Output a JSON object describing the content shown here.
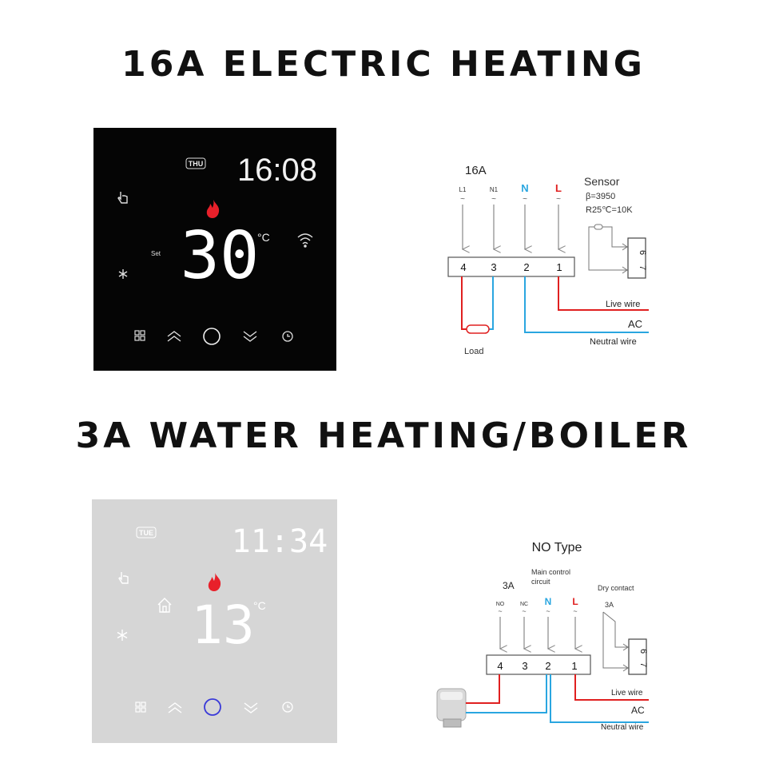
{
  "headings": {
    "electric": "16A ELECTRIC HEATING",
    "water": "3A WATER HEATING/BOILER"
  },
  "thermostat_black": {
    "day": "THU",
    "time": "16:08",
    "temperature": "30",
    "unit": "°C",
    "set_label": "Set"
  },
  "thermostat_white": {
    "day": "TUE",
    "time": "11:34",
    "temperature": "13",
    "unit": "°C"
  },
  "diagram_electric": {
    "rating": "16A",
    "inputs": [
      "L1",
      "N1",
      "N",
      "L"
    ],
    "tilde": "~",
    "sensor_title": "Sensor",
    "sensor_beta": "β=3950",
    "sensor_r": "R25℃=10K",
    "terminals": [
      "4",
      "3",
      "2",
      "1"
    ],
    "sensor_terminals": [
      "6",
      "7"
    ],
    "load_label": "Load",
    "live_wire": "Live wire",
    "ac": "AC",
    "neutral_wire": "Neutral wire"
  },
  "diagram_water": {
    "title": "NO Type",
    "rating": "3A",
    "main_circuit": [
      "Main control",
      "circuit"
    ],
    "dry_contact": "Dry contact",
    "dry_rating": "3A",
    "inputs": [
      "NO",
      "NC",
      "N",
      "L"
    ],
    "tilde": "~",
    "terminals": [
      "4",
      "3",
      "2",
      "1"
    ],
    "sensor_terminals": [
      "6",
      "7"
    ],
    "live_wire": "Live wire",
    "ac": "AC",
    "neutral_wire": "Neutral wire"
  },
  "colors": {
    "live": "#e02020",
    "neutral": "#2aa6e0",
    "flame": "#e8202a",
    "power_ring_white": "#3a3ad8"
  }
}
